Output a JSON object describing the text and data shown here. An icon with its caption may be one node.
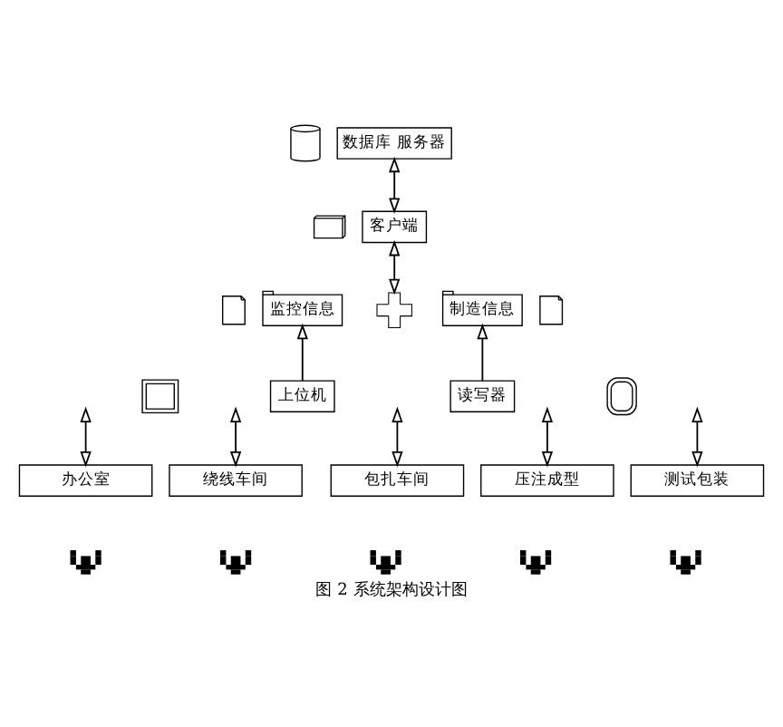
{
  "diagram": {
    "caption": "图 2 系统架构设计图",
    "nodes": [
      {
        "text": [],
        "shape": "cylinder"
      },
      {
        "text": [
          "数据库 服务器"
        ]
      },
      {
        "text": [],
        "shape": "picture"
      },
      {
        "text": [
          "客户端"
        ]
      },
      {
        "text": [],
        "shape": "picture"
      },
      {
        "text": [
          "监控信息"
        ]
      },
      {
        "text": [],
        "shape": "cross"
      },
      {
        "text": [
          "制造信息"
        ]
      },
      {
        "text": [],
        "shape": "picture"
      },
      {
        "text": [],
        "shape": "picture"
      },
      {
        "text": [
          "上位机"
        ]
      },
      {
        "text": [
          "读写器"
        ]
      },
      {
        "text": [],
        "shape": "picture"
      },
      {
        "text": [
          "办公室"
        ]
      },
      {
        "text": [
          "绕线车间"
        ]
      },
      {
        "text": [
          "包扎车间"
        ]
      },
      {
        "text": [
          "压注成型"
        ]
      },
      {
        "text": [
          "测试包装"
        ]
      },
      {
        "text": [],
        "shape": "person"
      },
      {
        "text": [],
        "shape": "person"
      },
      {
        "text": [],
        "shape": "person"
      },
      {
        "text": [],
        "shape": "person"
      },
      {
        "text": [],
        "shape": "person"
      }
    ],
    "edges": [
      {
        "from": 3,
        "to": 1,
        "arrow": "both"
      },
      {
        "from": 6,
        "to": 3,
        "arrow": "both"
      },
      {
        "from": 10,
        "to": 5,
        "arrow": "to"
      },
      {
        "from": 11,
        "to": 7,
        "arrow": "to"
      },
      {
        "from": 13,
        "to": null,
        "arrow": "both"
      },
      {
        "from": 14,
        "to": null,
        "arrow": "both"
      },
      {
        "from": 15,
        "to": null,
        "arrow": "both"
      },
      {
        "from": 16,
        "to": null,
        "arrow": "both"
      },
      {
        "from": 17,
        "to": null,
        "arrow": "both"
      }
    ]
  }
}
